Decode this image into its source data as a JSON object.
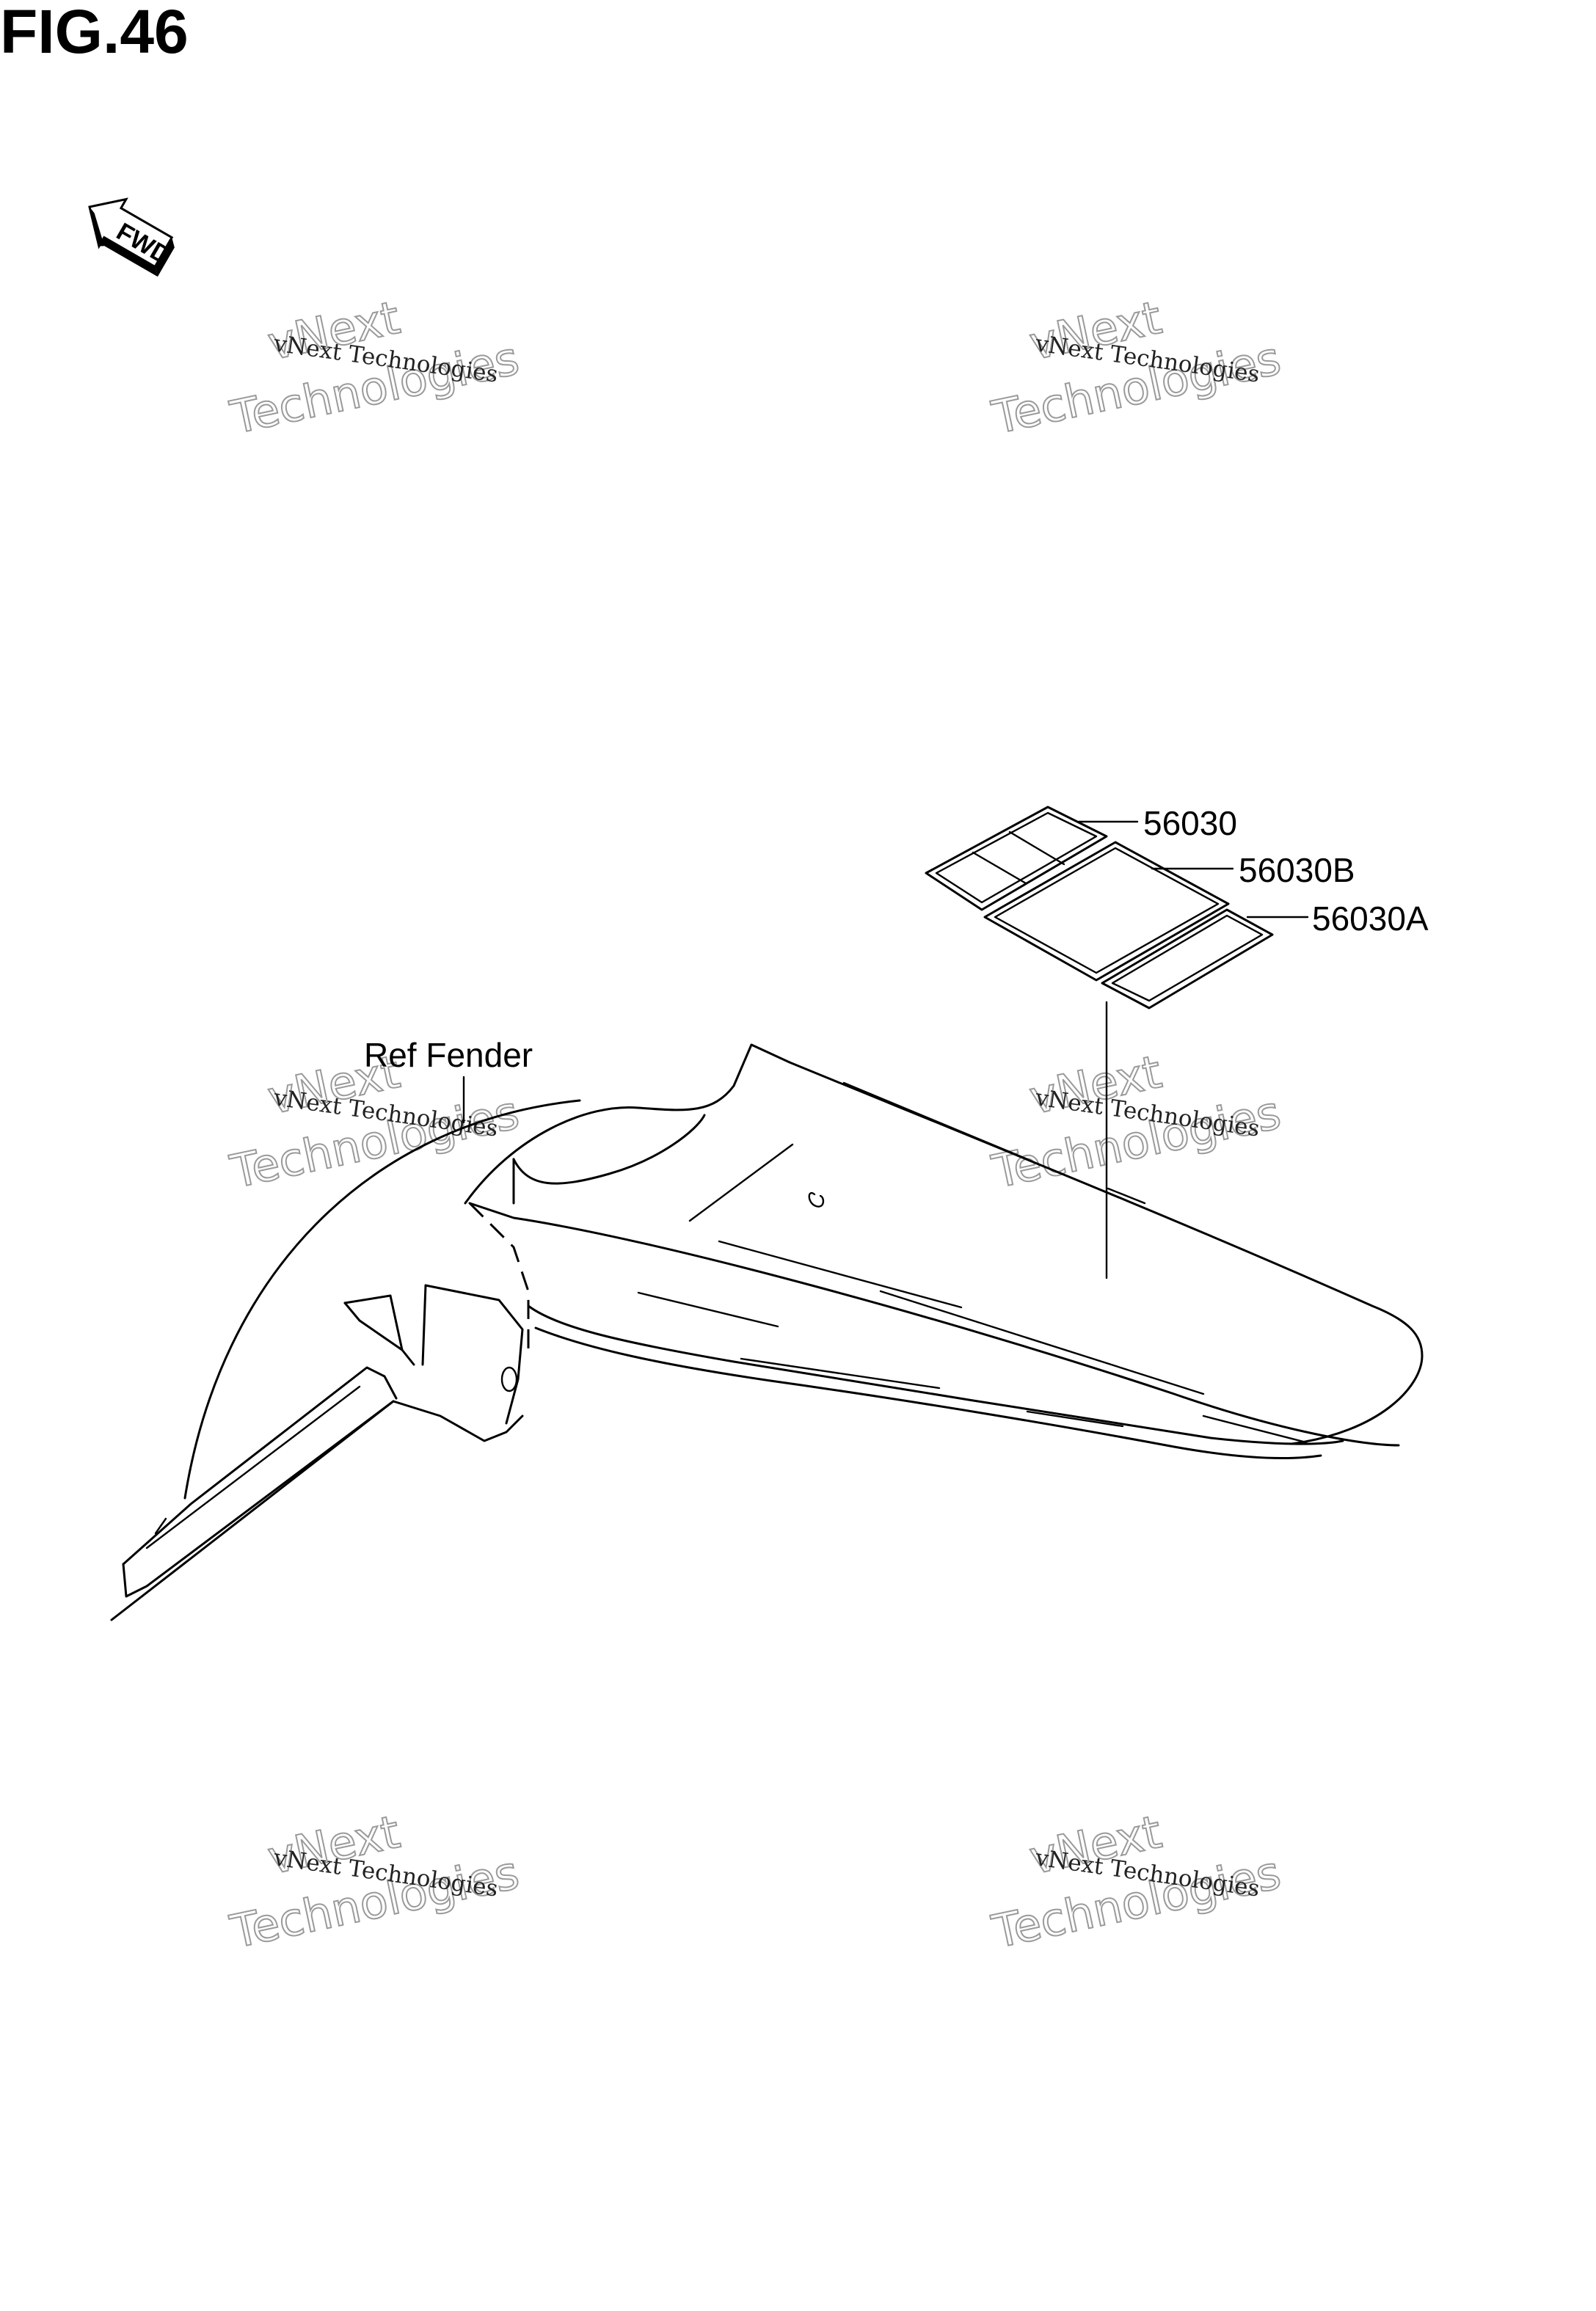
{
  "figure": {
    "title": "FIG.46",
    "fwd_label": "FWD"
  },
  "callouts": [
    {
      "id": "56030",
      "label": "56030"
    },
    {
      "id": "56030B",
      "label": "56030B"
    },
    {
      "id": "56030A",
      "label": "56030A"
    },
    {
      "id": "ref-fender",
      "label": "Ref Fender"
    }
  ],
  "watermark": {
    "line_small": "vNext Technologies",
    "line_top": "vNext",
    "line_bottom": "Technologies"
  },
  "colors": {
    "ink": "#000000",
    "watermark_outline": "#9a9a9a",
    "background": "#ffffff"
  }
}
